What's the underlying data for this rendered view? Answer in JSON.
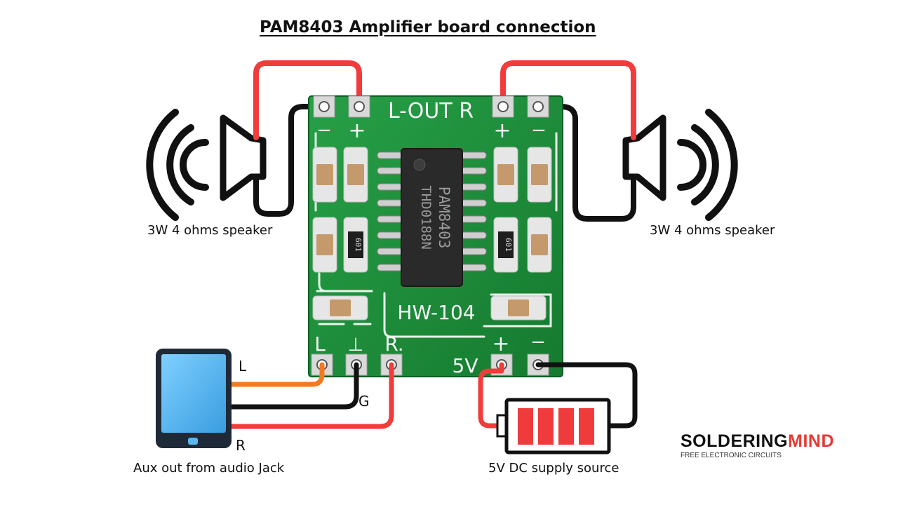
{
  "title": "PAM8403 Amplifier board connection",
  "board": {
    "top_label": "L-OUT R",
    "chip_marking_1": "PAM8403",
    "chip_marking_2": "THD0188N",
    "model": "HW-104",
    "resistor_code": "601",
    "input_labels": {
      "left": "L",
      "ground": "⊥",
      "right": "R."
    },
    "power_label": "5V",
    "plus": "+",
    "minus": "−"
  },
  "speaker_left_caption": "3W 4 ohms speaker",
  "speaker_right_caption": "3W 4 ohms speaker",
  "source_caption": "Aux out from audio Jack",
  "supply_caption": "5V DC supply source",
  "wire_labels": {
    "left": "L",
    "ground": "G",
    "right": "R"
  },
  "logo": {
    "part1": "SOLDERING",
    "part2": "MIND",
    "tagline": "FREE ELECTRONIC CIRCUITS"
  },
  "colors": {
    "wire_red": "#f23b3b",
    "wire_black": "#111111",
    "wire_orange": "#f47a20",
    "pcb_green": "#1f8f3a",
    "battery_red": "#ef3b3b",
    "phone_screen": "#5ab8f0"
  }
}
